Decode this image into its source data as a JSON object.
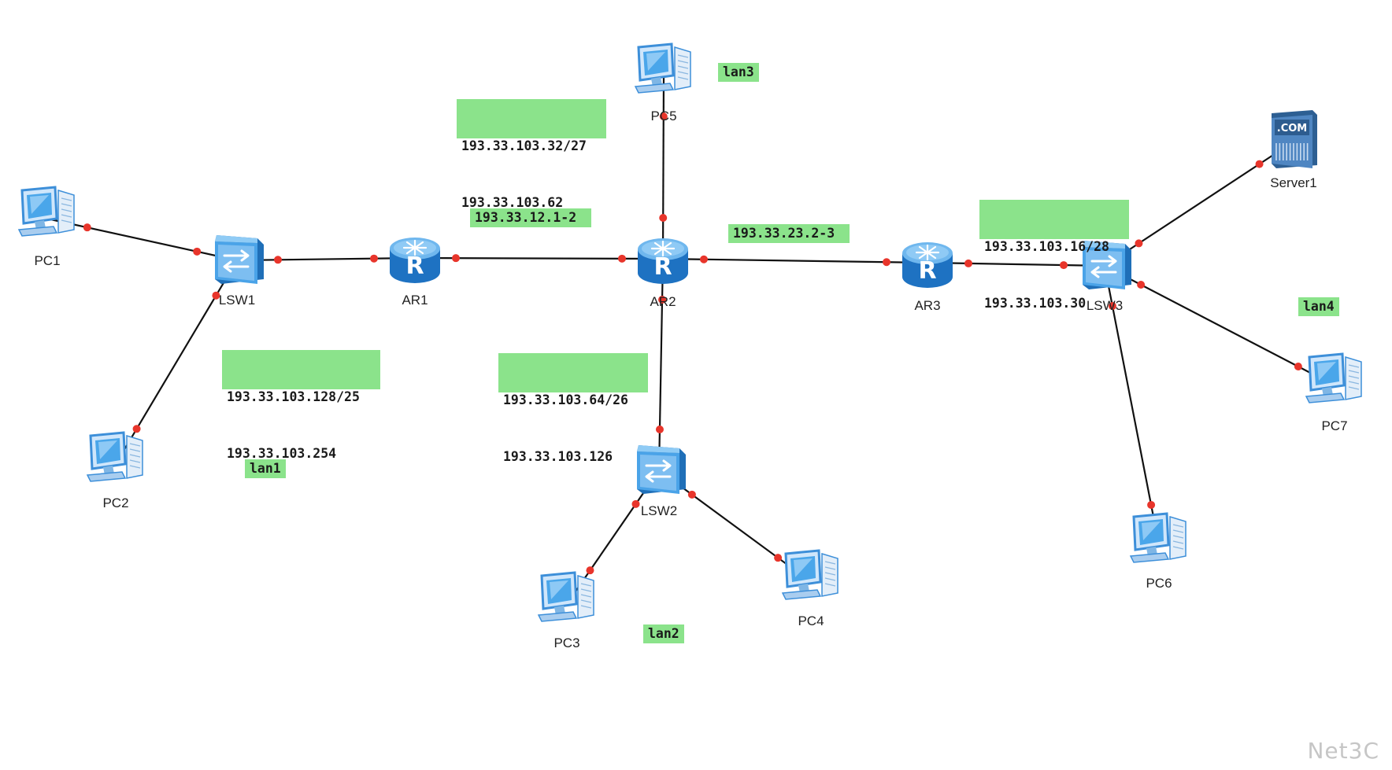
{
  "devices": {
    "pc1": {
      "label": "PC1",
      "icon": "pc-icon"
    },
    "pc2": {
      "label": "PC2",
      "icon": "pc-icon"
    },
    "pc3": {
      "label": "PC3",
      "icon": "pc-icon"
    },
    "pc4": {
      "label": "PC4",
      "icon": "pc-icon"
    },
    "pc5": {
      "label": "PC5",
      "icon": "pc-icon"
    },
    "pc6": {
      "label": "PC6",
      "icon": "pc-icon"
    },
    "pc7": {
      "label": "PC7",
      "icon": "pc-icon"
    },
    "lsw1": {
      "label": "LSW1",
      "icon": "switch-icon"
    },
    "lsw2": {
      "label": "LSW2",
      "icon": "switch-icon"
    },
    "lsw3": {
      "label": "LSW3",
      "icon": "switch-icon"
    },
    "ar1": {
      "label": "AR1",
      "icon": "router-icon"
    },
    "ar2": {
      "label": "AR2",
      "icon": "router-icon"
    },
    "ar3": {
      "label": "AR3",
      "icon": "router-icon"
    },
    "server1": {
      "label": "Server1",
      "icon": "server-icon",
      "badge": ".COM"
    }
  },
  "links": [
    {
      "from": "pc1",
      "to": "lsw1"
    },
    {
      "from": "pc2",
      "to": "lsw1"
    },
    {
      "from": "lsw1",
      "to": "ar1"
    },
    {
      "from": "ar1",
      "to": "ar2"
    },
    {
      "from": "ar2",
      "to": "pc5"
    },
    {
      "from": "ar2",
      "to": "ar3"
    },
    {
      "from": "ar2",
      "to": "lsw2"
    },
    {
      "from": "lsw2",
      "to": "pc3"
    },
    {
      "from": "lsw2",
      "to": "pc4"
    },
    {
      "from": "ar3",
      "to": "lsw3"
    },
    {
      "from": "lsw3",
      "to": "server1"
    },
    {
      "from": "lsw3",
      "to": "pc7"
    },
    {
      "from": "lsw3",
      "to": "pc6"
    }
  ],
  "notes": {
    "lan1_net": {
      "line1": "193.33.103.128/25",
      "line2": "193.33.103.254"
    },
    "lan1": "lan1",
    "lan2_net": {
      "line1": "193.33.103.64/26",
      "line2": "193.33.103.126"
    },
    "lan2": "lan2",
    "lan3_net": {
      "line1": "193.33.103.32/27",
      "line2": "193.33.103.62"
    },
    "lan3": "lan3",
    "lan4_net": {
      "line1": "193.33.103.16/28",
      "line2": "193.33.103.30"
    },
    "lan4": "lan4",
    "ar1_ar2": "193.33.12.1-2",
    "ar2_ar3": "193.33.23.2-3"
  },
  "colors": {
    "note_bg": "#8be38b",
    "link": "#111111",
    "port_dot": "#e8352b",
    "router_blue": "#2f8fd8",
    "switch_blue": "#4aa3e8",
    "pc_blue": "#3d8fd9"
  },
  "watermark": "Net3C"
}
